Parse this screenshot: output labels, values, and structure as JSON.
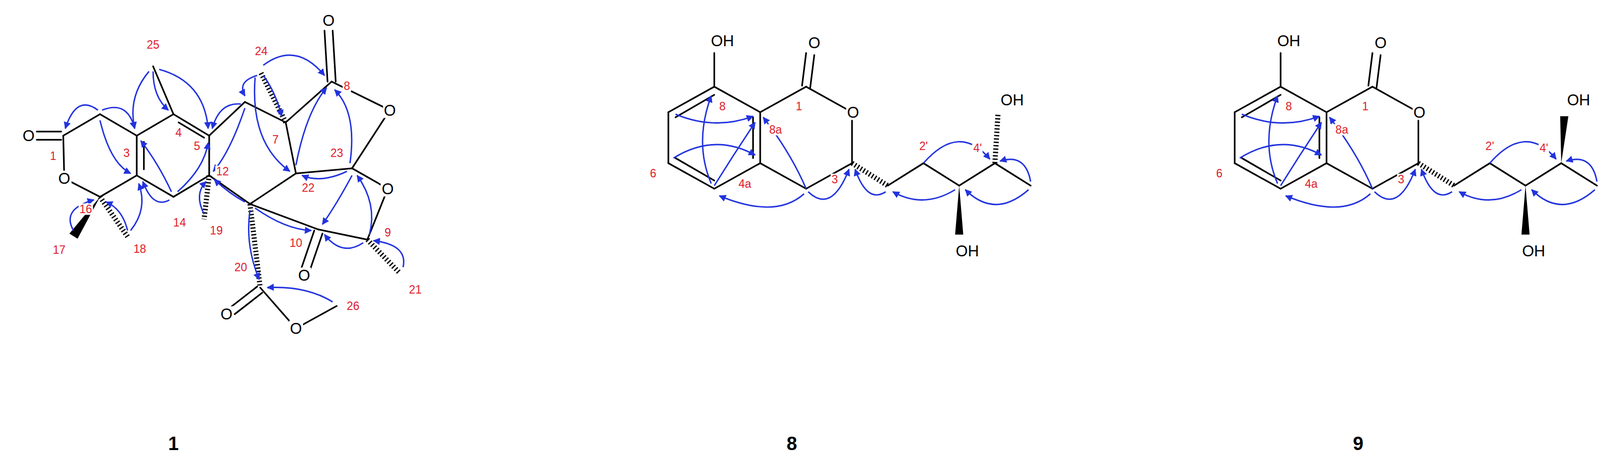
{
  "diagram": {
    "labels": [
      "25",
      "24",
      "O",
      "8",
      "O",
      "O",
      "1",
      "3",
      "4",
      "5",
      "7",
      "12",
      "22",
      "23",
      "O",
      "16",
      "O",
      "17",
      "18",
      "14",
      "19",
      "10",
      "9",
      "O",
      "21",
      "20",
      "O",
      "O",
      "26",
      "1",
      "OH",
      "O",
      "8",
      "1",
      "O",
      "8a",
      "6",
      "4a",
      "3",
      "2'",
      "OH",
      "4'",
      "OH",
      "8",
      "OH",
      "O",
      "8",
      "1",
      "O",
      "8a",
      "6",
      "4a",
      "3",
      "2'",
      "OH",
      "4'",
      "OH",
      "9"
    ]
  }
}
